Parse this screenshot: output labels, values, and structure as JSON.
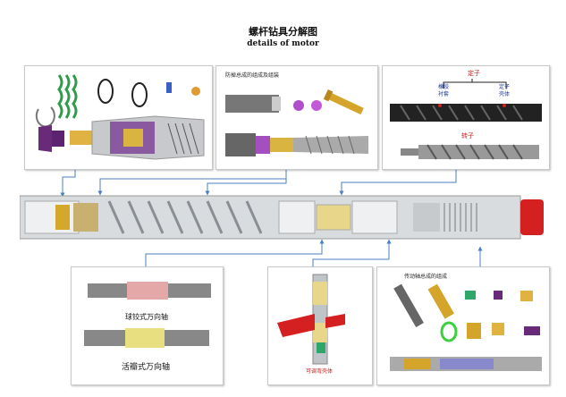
{
  "header": {
    "title": "螺杆钻具分解图",
    "subtitle": "details of motor"
  },
  "panels": {
    "top_center_caption": "防掉总成的组成及组装",
    "top_right": {
      "stator_label": "定子",
      "rubber_label": "橡胶\n衬套",
      "stator_shell_label": "定子\n壳体",
      "rotor_label": "转子"
    },
    "bottom_left": {
      "caption_ball": "球铰式万向轴",
      "caption_petal": "活瓣式万向轴"
    },
    "bottom_center": {
      "caption": "可调弯壳体"
    },
    "bottom_right": {
      "caption": "传动轴总成的组成"
    }
  },
  "colors": {
    "arrow": "#4a7fc0",
    "stator_red": "#d42020",
    "rotor_gold": "#d4a82a",
    "motor_grey": "#d9dcdf"
  }
}
